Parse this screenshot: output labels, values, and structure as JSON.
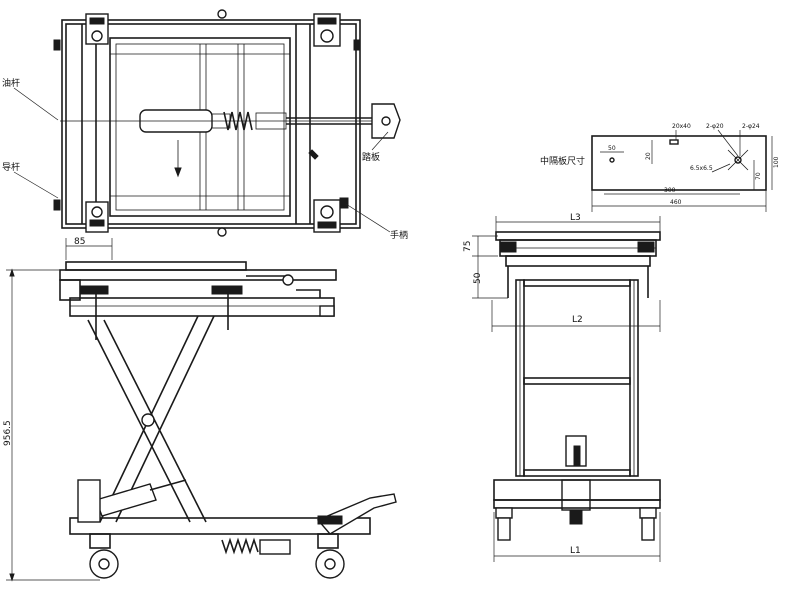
{
  "labels": {
    "oil_rod": "油杆",
    "guide_rod": "导杆",
    "pedal": "踏板",
    "handle": "手柄",
    "mid_plate_size": "中隔板尺寸"
  },
  "dimensions": {
    "left_width": "85",
    "left_height": "956.5",
    "l3": "L3",
    "l2": "L2",
    "l1": "L1",
    "d75": "75",
    "d50": "50",
    "p_50": "50",
    "p_20": "20",
    "p_slot": "20x40",
    "p_hole1": "2-φ20",
    "p_hole2": "2-φ24",
    "p_slot2": "6.5x6.5",
    "p_70": "70",
    "p_100": "100",
    "p_300": "300",
    "p_460": "460"
  },
  "colors": {
    "ink": "#1a1a1a",
    "paper": "#ffffff"
  }
}
